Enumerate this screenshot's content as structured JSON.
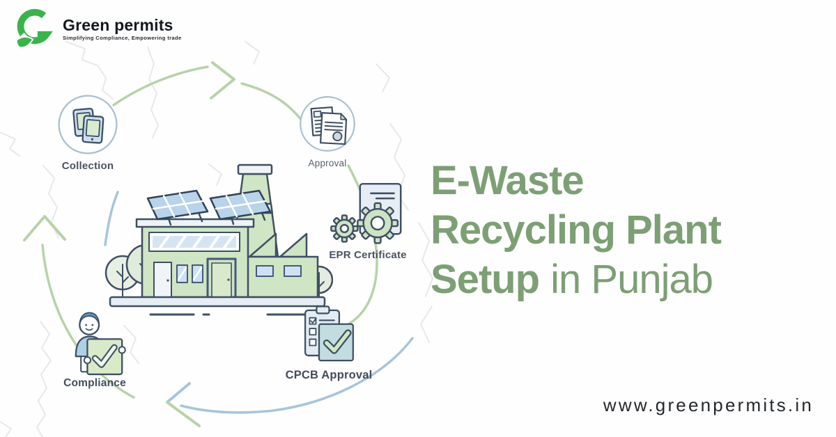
{
  "brand": {
    "name": "Green permits",
    "tagline": "Simplifying Compliance, Empowering trade",
    "logo_icon": "g-leaf-logo",
    "logo_color": "#3bb34d"
  },
  "headline": {
    "line1": "E-Waste",
    "line2": "Recycling Plant",
    "line3_bold": "Setup",
    "line3_rest": "in Punjab",
    "color": "#7d9f75"
  },
  "website": "www.greenpermits.in",
  "process": {
    "center_illustration": "recycling-factory",
    "steps": [
      {
        "label": "Collection",
        "icon": "devices-collection-icon"
      },
      {
        "label": "Approval",
        "icon": "documents-approval-icon"
      },
      {
        "label": "EPR Certificate",
        "icon": "gears-certificate-icon"
      },
      {
        "label": "CPCB Approval",
        "icon": "checklist-approval-icon"
      },
      {
        "label": "Compliance",
        "icon": "person-checkmark-icon"
      }
    ],
    "arrow_colors": {
      "green": "#b8d2a8",
      "blue": "#a6c5da"
    }
  },
  "background": {
    "map_outline_color": "#e8e8e8",
    "illustration_outline": "#3e4f63"
  }
}
